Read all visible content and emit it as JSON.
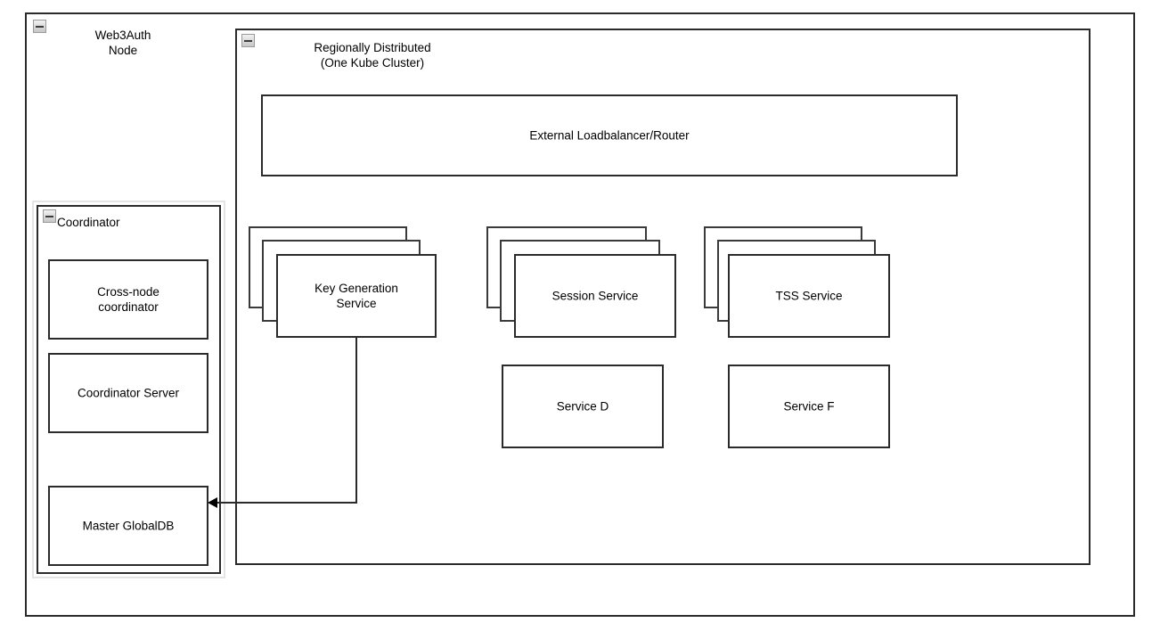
{
  "diagram": {
    "outer_container": {
      "label": "Web3Auth\nNode",
      "icon": "collapse-minus-icon"
    },
    "inner_container": {
      "label": "Regionally Distributed\n(One Kube Cluster)",
      "icon": "collapse-minus-icon"
    },
    "coordinator_container": {
      "label": "Coordinator",
      "icon": "collapse-minus-icon",
      "children": [
        {
          "label": "Cross-node\ncoordinator"
        },
        {
          "label": "Coordinator Server"
        },
        {
          "label": "Master GlobalDB"
        }
      ]
    },
    "loadbalancer": {
      "label": "External Loadbalancer/Router"
    },
    "stacked_services": [
      {
        "label": "Key Generation\nService",
        "copies": 3
      },
      {
        "label": "Session Service",
        "copies": 3
      },
      {
        "label": "TSS Service",
        "copies": 3
      }
    ],
    "plain_services": [
      {
        "label": "Service D"
      },
      {
        "label": "Service F"
      }
    ],
    "connections": [
      {
        "from": "Key Generation Service",
        "to": "Master GlobalDB",
        "arrow": "left"
      }
    ]
  },
  "colors": {
    "stroke": "#2b2b2b",
    "background": "#ffffff",
    "text": "#000000",
    "coordinator_ring": "#e4e4e4",
    "icon_fill": "#d8d8d8"
  }
}
